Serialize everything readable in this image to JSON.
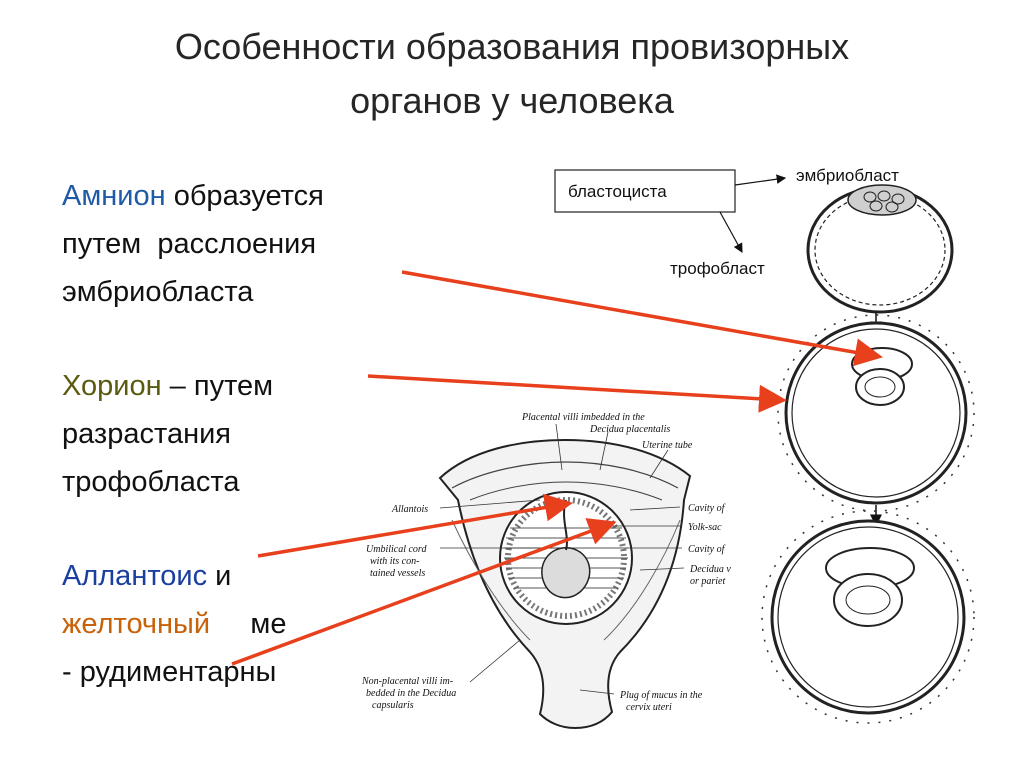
{
  "title": {
    "line1": "Особенности образования провизорных",
    "line2": "органов у человека"
  },
  "amnion": {
    "term": "Амнион",
    "line1_rest": " образуется",
    "line2": "путем  расслоения",
    "line3": "эмбриобласта"
  },
  "chorion": {
    "term": "Хорион",
    "line1_rest": " – путем",
    "line2": "разрастания",
    "line3": "трофобласта"
  },
  "allantois": {
    "term": "Аллантоис",
    "line1_rest": " и",
    "term2": "желточный",
    "line2_rest": "     ме",
    "line3": "- рудиментарны"
  },
  "blastocyst_diagram": {
    "box_label": "бластоциста",
    "embryoblast_label": "эмбриобласт",
    "trophoblast_label": "трофобласт"
  },
  "uterus_diagram": {
    "labels": {
      "placental_villi_1": "Placental villi imbedded in the",
      "placental_villi_2": "Decidua placentalis",
      "uterine_tube": "Uterine tube",
      "allantois": "Allantois",
      "cavity_of_1": "Cavity of",
      "yolk_sac": "Yolk-sac",
      "cavity_of_2": "Cavity of",
      "decidua_1": "Decidua v",
      "decidua_2": "or pariet",
      "umbilical_1": "Umbilical cord",
      "umbilical_2": "with its con-",
      "umbilical_3": "tained vessels",
      "nonplacental_1": "Non-placental villi im-",
      "nonplacental_2": "bedded in the Decidua",
      "nonplacental_3": "capsularis",
      "plug_1": "Plug of mucus in the",
      "plug_2": "cervix uteri"
    }
  },
  "colors": {
    "arrow": "#e8401c",
    "amnion": "#1f5aa6",
    "chorion": "#5a5a10",
    "allantois": "#1b3fa0",
    "yolk": "#c8620a",
    "text": "#111111",
    "title": "#262626"
  }
}
